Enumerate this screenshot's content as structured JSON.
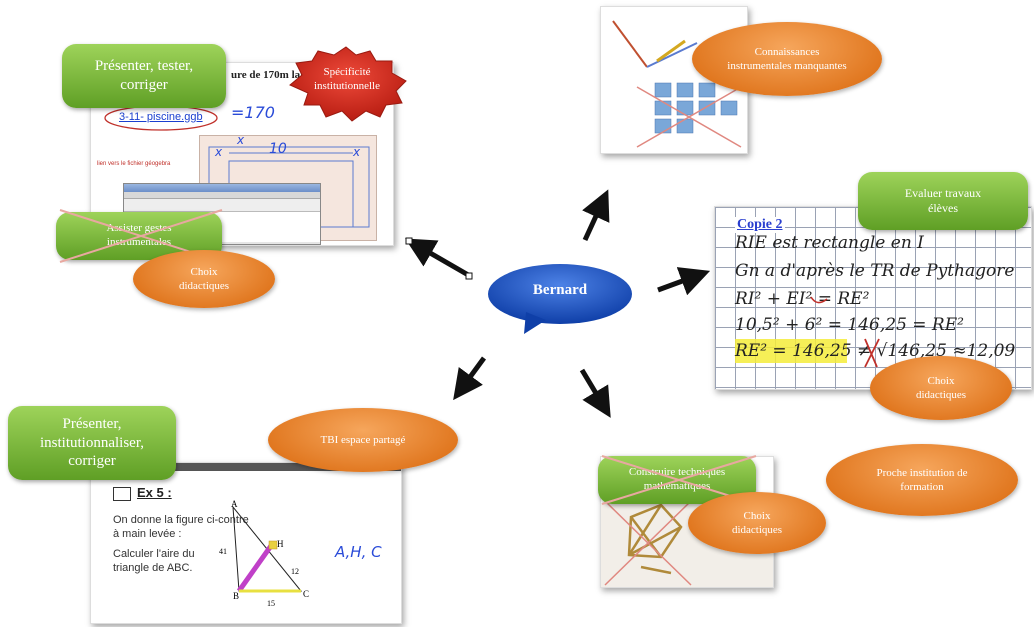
{
  "center": {
    "label": "Bernard"
  },
  "top_left": {
    "green": "Présenter, tester, corriger",
    "red_badge": "Spécificité institutionnelle",
    "shot_heading": "ure de 170m largeur(s)?",
    "file_link": "3-11- piscine.ggb",
    "hand_note": "=170",
    "crossed_green": "Assister gestes instrumentales",
    "orange": "Choix didactiques",
    "dim_x": "x",
    "dim_10": "10"
  },
  "top_right": {
    "orange": "Connaissances instrumentales manquantes"
  },
  "right": {
    "green": "Evaluer travaux élèves",
    "copy_title": "Copie 2",
    "lines": [
      "RIE est rectangle en I",
      "Gn a d'après le TR de Pythagore",
      "RI² + EI² = RE²",
      "10,5² + 6² = 146,25 = RE²",
      "RE² = 146,25 ≠ √146,25 ≈12,09"
    ],
    "orange": "Choix didactiques"
  },
  "bottom_left": {
    "green": "Présenter, institutionnaliser, corriger",
    "orange": "TBI espace partagé",
    "ex_title": "Ex 5 :",
    "ex_text1": "On donne la figure ci-contre à main levée :",
    "ex_text2": "Calculer l'aire du triangle de ABC.",
    "label_A": "A",
    "label_B": "B",
    "label_C": "C",
    "label_H": "H",
    "len_41": "41",
    "len_12": "12",
    "len_15": "15",
    "hand_note": "A,H, C"
  },
  "bottom_right": {
    "crossed_green": "Construire techniques mathématiques",
    "orange1": "Choix didactiques",
    "orange2": "Proche institution de formation"
  },
  "colors": {
    "green": "#6aab2e",
    "orange": "#e8822e",
    "center": "#1a52c4",
    "badge": "#d62b1e"
  }
}
